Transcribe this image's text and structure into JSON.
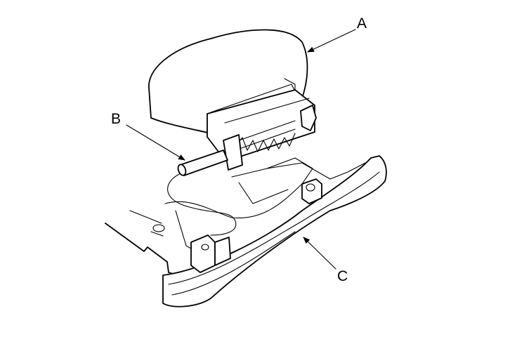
{
  "diagram": {
    "callouts": [
      {
        "id": "A",
        "label": "A"
      },
      {
        "id": "B",
        "label": "B"
      },
      {
        "id": "C",
        "label": "C"
      }
    ],
    "line_color": "#000000",
    "background_color": "#ffffff"
  }
}
